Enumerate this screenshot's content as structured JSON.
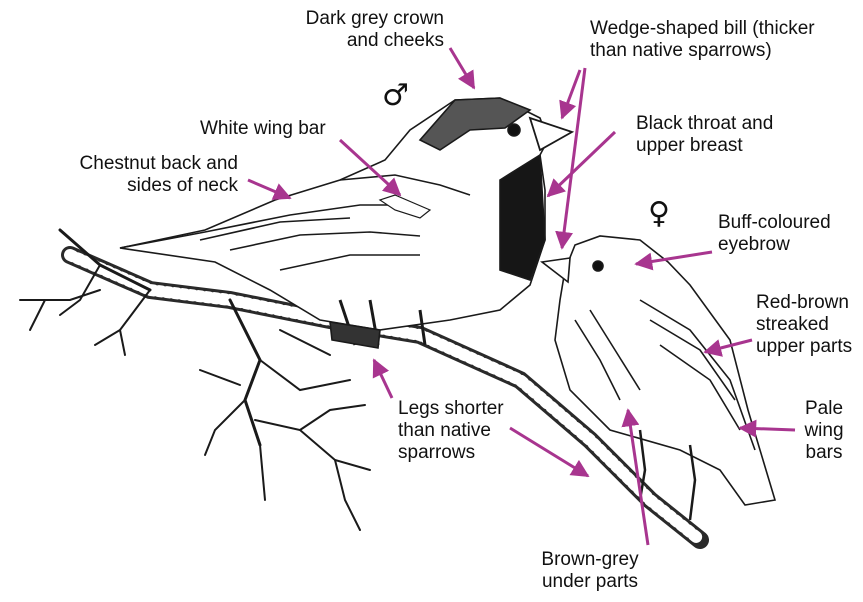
{
  "accent_color": "#a8358f",
  "symbols": {
    "male": "♂",
    "female": "♀"
  },
  "labels": {
    "crown": [
      "Dark grey crown",
      "and cheeks"
    ],
    "bill": [
      "Wedge-shaped bill (thicker",
      "than native sparrows)"
    ],
    "wing_bar": [
      "White wing bar"
    ],
    "throat": [
      "Black throat and",
      "upper breast"
    ],
    "back": [
      "Chestnut back and",
      "sides of neck"
    ],
    "eyebrow": [
      "Buff-coloured",
      "eyebrow"
    ],
    "upper_parts": [
      "Red-brown",
      "streaked",
      "upper parts"
    ],
    "pale_bars": [
      "Pale",
      "wing",
      "bars"
    ],
    "legs": [
      "Legs shorter",
      "than native",
      "sparrows"
    ],
    "under_parts": [
      "Brown-grey",
      "under parts"
    ]
  }
}
